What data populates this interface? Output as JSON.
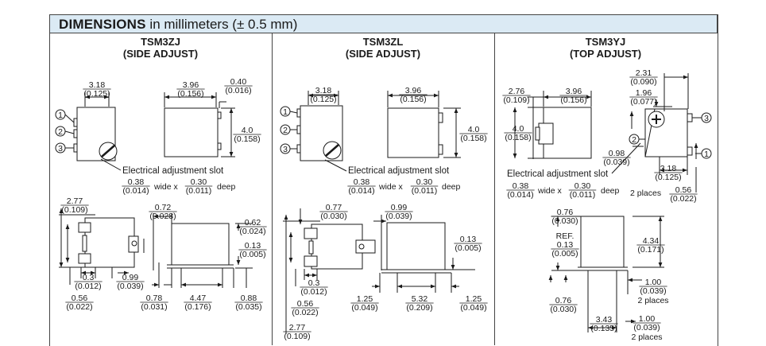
{
  "header": {
    "title_bold": "DIMENSIONS",
    "title_rest": " in millimeters (± 0.5 mm)"
  },
  "columns": [
    {
      "model": "TSM3ZJ",
      "adjust": "(SIDE ADJUST)"
    },
    {
      "model": "TSM3ZL",
      "adjust": "(SIDE ADJUST)"
    },
    {
      "model": "TSM3YJ",
      "adjust": "(TOP ADJUST)"
    }
  ],
  "pins": [
    "1",
    "2",
    "3"
  ],
  "labels": {
    "slot": "Electrical adjustment slot",
    "wide_x": "wide x",
    "deep": "deep",
    "two_places": "2 places",
    "ref": "REF."
  },
  "dims": {
    "z_318": "3.18",
    "z_0125": "(0.125)",
    "z_396": "3.96",
    "z_0156": "(0.156)",
    "z_040": "0.40",
    "z_0016": "(0.016)",
    "z_40": "4.0",
    "z_0158": "(0.158)",
    "z_038": "0.38",
    "z_0014": "(0.014)",
    "z_030": "0.30",
    "z_0011": "(0.011)",
    "z_277": "2.77",
    "z_0109": "(0.109)",
    "z_072": "0.72",
    "z_0028": "(0.028)",
    "z_062": "0.62",
    "z_0024": "(0.024)",
    "z_013": "0.13",
    "z_0005": "(0.005)",
    "z_03": "0.3",
    "z_0012": "(0.012)",
    "z_099": "0.99",
    "z_0039": "(0.039)",
    "z_056": "0.56",
    "z_0022": "(0.022)",
    "z_078": "0.78",
    "z_0031": "(0.031)",
    "z_447": "4.47",
    "z_0176": "(0.176)",
    "z_088": "0.88",
    "z_0035": "(0.035)",
    "l_077": "0.77",
    "l_0030": "(0.030)",
    "l_125": "1.25",
    "l_0049": "(0.049)",
    "l_532": "5.32",
    "l_0209": "(0.209)",
    "y_231": "2.31",
    "y_0090": "(0.090)",
    "y_196": "1.96",
    "y_0077": "(0.077)",
    "y_276": "2.76",
    "y_098": "0.98",
    "y_076": "0.76",
    "y_434": "4.34",
    "y_0171": "(0.171)",
    "y_100": "1.00",
    "y_343": "3.43",
    "y_0135": "(0.135)"
  }
}
